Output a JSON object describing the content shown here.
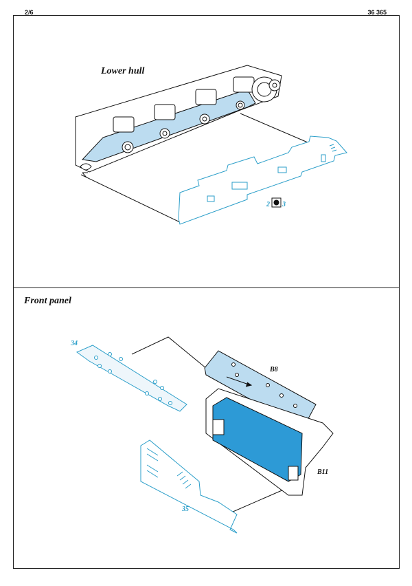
{
  "header": {
    "page": "2/6",
    "catalog": "36 365"
  },
  "sections": {
    "lower_hull": {
      "title": "Lower hull",
      "callout": {
        "before": "2",
        "after": "3"
      }
    },
    "front_panel": {
      "title": "Front panel",
      "labels": {
        "part_a": "34",
        "part_b": "35",
        "b8": "B8",
        "b11": "B11"
      }
    }
  },
  "colors": {
    "etch_fill": "#bcdcf0",
    "etch_line": "#2a9ec9",
    "panel_blue": "#2d9ad6",
    "ink": "#111111"
  }
}
